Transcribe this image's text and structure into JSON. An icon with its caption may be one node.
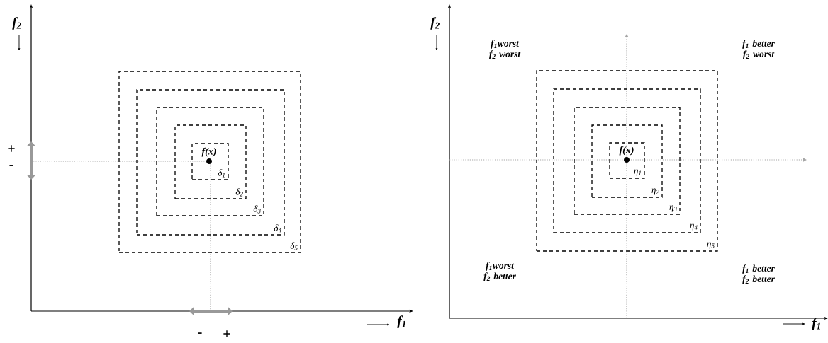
{
  "diagram": {
    "nodes": [
      {
        "text": [
          "δ$_{5}$"
        ]
      },
      {
        "text": [
          "δ$_{4}$"
        ],
        "in": 0
      },
      {
        "text": [
          "δ$_{3}$"
        ],
        "in": 1
      },
      {
        "text": [
          "δ$_{2}$"
        ],
        "in": 2
      },
      {
        "text": [
          "δ$_{1}$"
        ],
        "in": 3
      },
      {
        "text": [
          "f(x)"
        ],
        "in": 4
      },
      {
        "text": [
          "η$_{5}$"
        ]
      },
      {
        "text": [
          "η$_{4}$"
        ],
        "in": 6
      },
      {
        "text": [
          "η$_{3}$"
        ],
        "in": 7
      },
      {
        "text": [
          "η$_{2}$"
        ],
        "in": 8
      },
      {
        "text": [
          "η$_{1}$"
        ],
        "in": 9
      },
      {
        "text": [
          "f(x)"
        ],
        "in": 10
      }
    ],
    "labels": [
      "f$_{2}$",
      "+",
      "-",
      "-",
      "+",
      "f$_{1}$",
      "f$_{2}$",
      "f$_{1}$worst f$_{2}$ worst",
      "f$_{1}$ better f$_{2}$ worst",
      "f$_{1}$worst f$_{2}$ better",
      "f$_{1}$ better f$_{2}$ better",
      "f$_{1}$"
    ]
  }
}
